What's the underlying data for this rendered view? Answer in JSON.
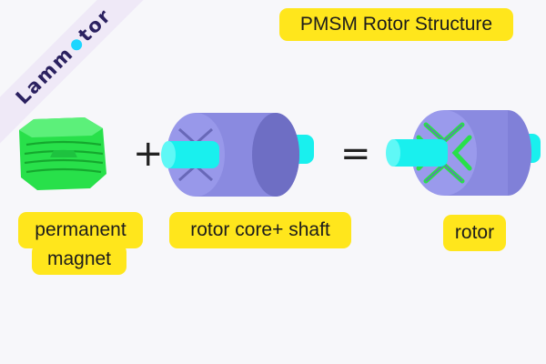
{
  "logo": {
    "text_left": "Lamm",
    "text_right": "tor"
  },
  "title": "PMSM Rotor Structure",
  "operators": {
    "plus": "+",
    "equals": "="
  },
  "labels": {
    "permanent_magnet_line1": "permanent",
    "permanent_magnet_line2": "magnet",
    "rotor_core_shaft": "rotor core+ shaft",
    "rotor": "rotor"
  },
  "colors": {
    "highlight": "#ffe61c",
    "magnet_green": "#28e04a",
    "core_purple": "#7f7fd6",
    "shaft_cyan": "#19f0ee",
    "logo_text": "#2b2160"
  }
}
